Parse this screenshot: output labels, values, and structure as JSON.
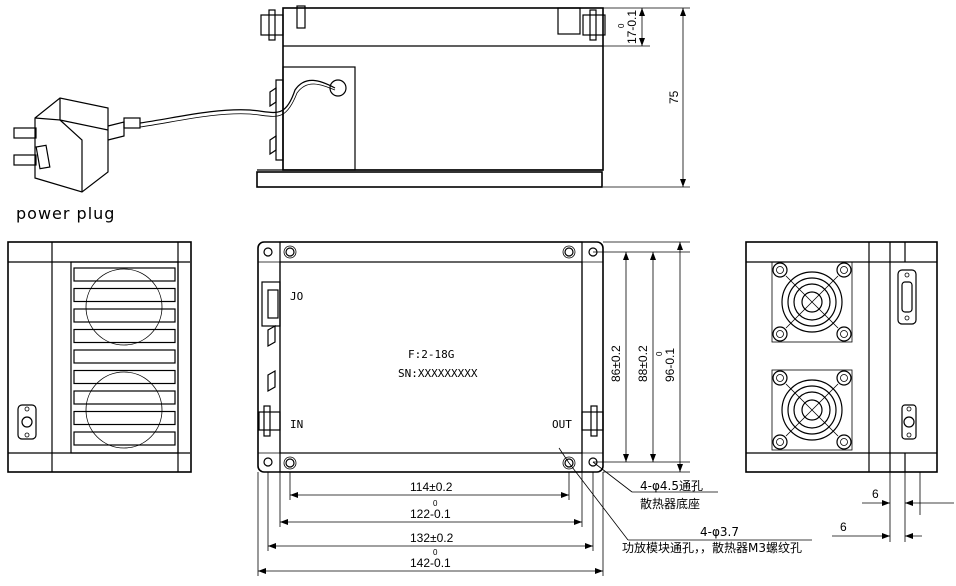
{
  "caption": "power plug",
  "labels": {
    "jo": "JO",
    "in": "IN",
    "out": "OUT",
    "freq": "F:2-18G",
    "sn": "SN:XXXXXXXXX"
  },
  "dimensions": {
    "d17": "17-0.1",
    "d17_sup": "0",
    "d75": "75",
    "d86": "86±0.2",
    "d88": "88±0.2",
    "d96": "96-0.1",
    "d96_sup": "0",
    "d114": "114±0.2",
    "d122": "122-0.1",
    "d122_sup": "0",
    "d132": "132±0.2",
    "d142": "142-0.1",
    "d142_sup": "0",
    "d6a": "6",
    "d6b": "6"
  },
  "notes": {
    "hole1_spec": "4-φ4.5通孔",
    "hole1_desc": "散热器底座",
    "hole2_spec": "4-φ3.7",
    "hole2_desc": "功放模块通孔，，散热器M3螺纹孔"
  }
}
